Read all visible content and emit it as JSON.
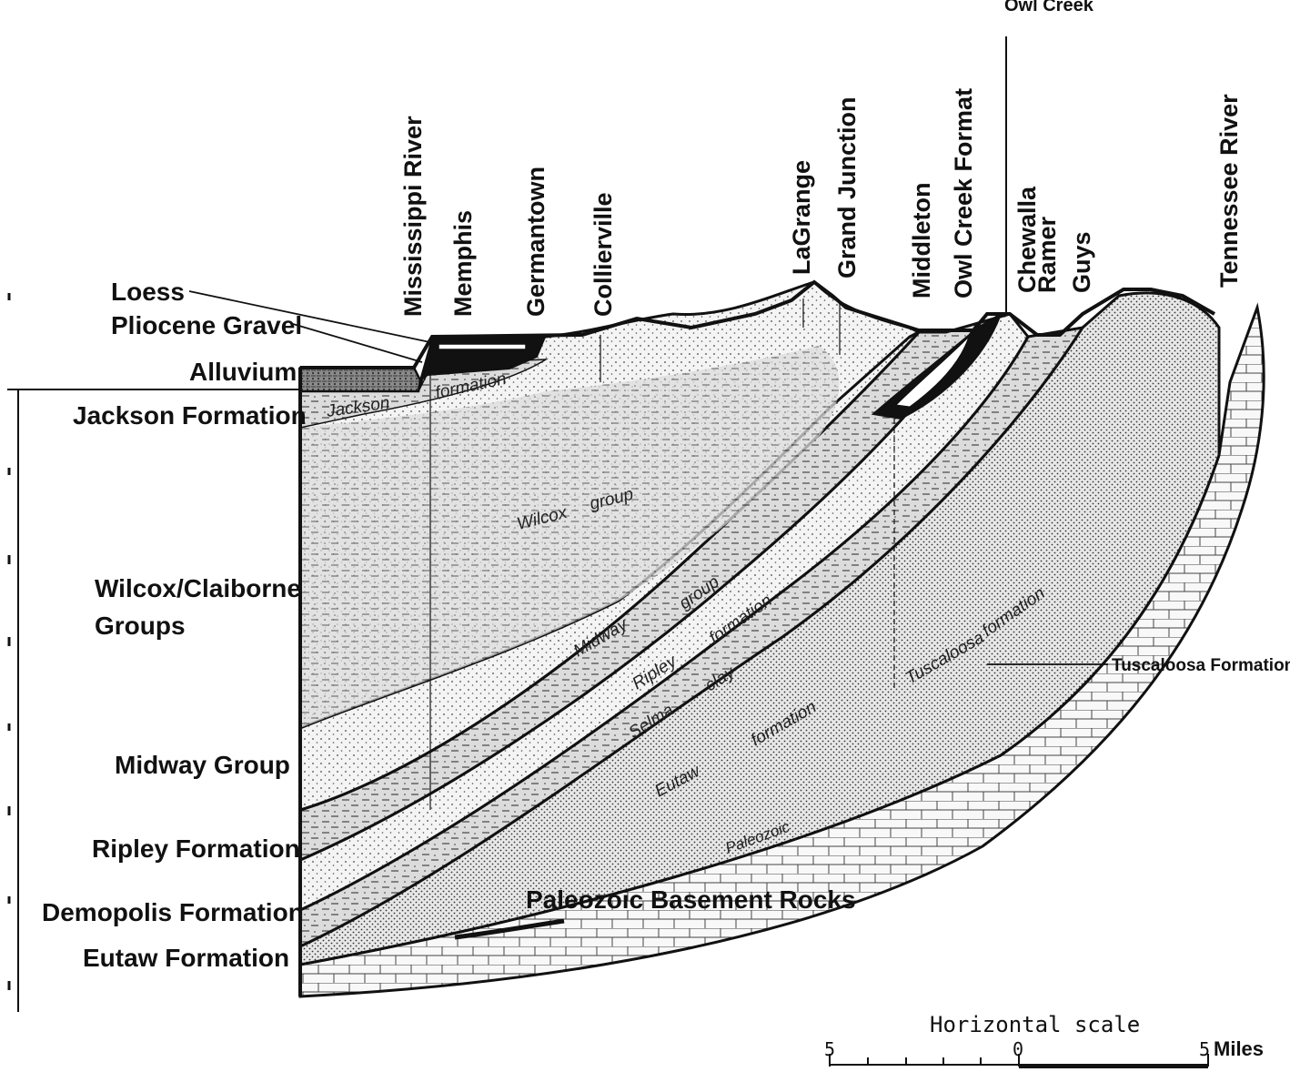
{
  "left_labels": {
    "loess": "Loess",
    "pliocene": "Pliocene Gravel",
    "alluvium": "Alluvium",
    "jackson": "Jackson Formation",
    "wilcox_l1": "Wilcox/Claiborne",
    "wilcox_l2": "Groups",
    "midway": "Midway Group",
    "ripley": "Ripley Formation",
    "demopolis": "Demopolis Formation",
    "eutaw": "Eutaw Formation"
  },
  "top_labels": {
    "mississippi": "Mississippi River",
    "memphis": "Memphis",
    "germantown": "Germantown",
    "collierville": "Collierville",
    "lagrange": "LaGrange",
    "grand_junction": "Grand Junction",
    "middleton": "Middleton",
    "owl_creek": "Owl Creek Format",
    "chewalla": "Chewalla",
    "ramer": "Ramer",
    "guys": "Guys",
    "tennessee": "Tennessee River",
    "cut_top": "Owl Creek"
  },
  "inner_labels": {
    "jackson": "Jackson",
    "jackson_fm": "formation",
    "wilcox": "Wilcox",
    "group": "group",
    "midway": "Midway",
    "midway_group": "group",
    "ripley": "Ripley",
    "ripley_fm": "formation",
    "selma": "Selma",
    "clay": "clay",
    "eutaw": "Eutaw",
    "eutaw_fm": "formation",
    "tuscaloosa": "Tuscaloosa",
    "tuscaloosa_fm": "formation",
    "paleozoic": "Paleozoic"
  },
  "callouts": {
    "basement": "Paleozoic Basement Rocks",
    "tuscaloosa": "Tuscaloosa Formation"
  },
  "scale": {
    "title": "Horizontal scale",
    "left": "5",
    "mid": "0",
    "right": "5",
    "unit": "Miles"
  }
}
